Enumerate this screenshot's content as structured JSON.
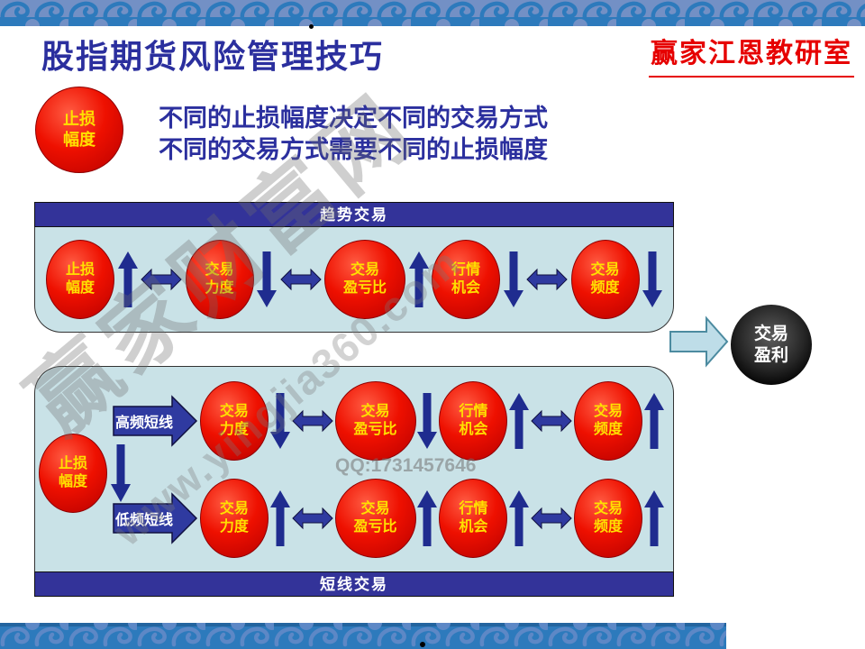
{
  "title": "股指期货风险管理技巧",
  "brand": "赢家江恩教研室",
  "intro": {
    "badge_lines": [
      "止损",
      "幅度"
    ],
    "line1": "不同的止损幅度决定不同的交易方式",
    "line2": "不同的交易方式需要不同的止损幅度"
  },
  "trend_panel": {
    "title": "趋势交易",
    "flow": [
      {
        "t": "node",
        "lines": [
          "止损",
          "幅度"
        ]
      },
      {
        "t": "up"
      },
      {
        "t": "lr"
      },
      {
        "t": "node",
        "lines": [
          "交易",
          "力度"
        ]
      },
      {
        "t": "down"
      },
      {
        "t": "lr"
      },
      {
        "t": "node",
        "lines": [
          "交易",
          "盈亏比"
        ],
        "wide": true
      },
      {
        "t": "up"
      },
      {
        "t": "node",
        "lines": [
          "行情",
          "机会"
        ]
      },
      {
        "t": "down"
      },
      {
        "t": "lr"
      },
      {
        "t": "node",
        "lines": [
          "交易",
          "频度"
        ]
      },
      {
        "t": "down"
      }
    ]
  },
  "result": {
    "lines": [
      "交易",
      "盈利"
    ]
  },
  "short_panel": {
    "title": "短线交易",
    "badge_lines": [
      "止损",
      "幅度"
    ],
    "rows": [
      {
        "label": "高频短线",
        "flow": [
          {
            "t": "node",
            "lines": [
              "交易",
              "力度"
            ]
          },
          {
            "t": "down"
          },
          {
            "t": "lr"
          },
          {
            "t": "node",
            "lines": [
              "交易",
              "盈亏比"
            ],
            "wide": true
          },
          {
            "t": "down"
          },
          {
            "t": "node",
            "lines": [
              "行情",
              "机会"
            ]
          },
          {
            "t": "up"
          },
          {
            "t": "lr"
          },
          {
            "t": "node",
            "lines": [
              "交易",
              "频度"
            ]
          },
          {
            "t": "up"
          }
        ]
      },
      {
        "label": "低频短线",
        "flow": [
          {
            "t": "node",
            "lines": [
              "交易",
              "力度"
            ]
          },
          {
            "t": "up"
          },
          {
            "t": "lr"
          },
          {
            "t": "node",
            "lines": [
              "交易",
              "盈亏比"
            ],
            "wide": true
          },
          {
            "t": "up"
          },
          {
            "t": "node",
            "lines": [
              "行情",
              "机会"
            ]
          },
          {
            "t": "up"
          },
          {
            "t": "lr"
          },
          {
            "t": "node",
            "lines": [
              "交易",
              "频度"
            ]
          },
          {
            "t": "up"
          }
        ]
      }
    ]
  },
  "watermark": {
    "brand": "赢家财富网",
    "url": "www.yingjia360.com",
    "qq": "QQ:1731457646"
  },
  "colors": {
    "title_blue": "#2b2f9e",
    "red": "#e60000",
    "arrow_navy": "#1f2c8f",
    "arrow_navy2": "#2f3aa0",
    "bar_indigo": "#333399",
    "panel_body": "#c9e2e7",
    "circle_red": "#e00000",
    "circle_text": "#ffe000",
    "border_blue": "#2d7abc",
    "border_light": "#7390c5"
  }
}
